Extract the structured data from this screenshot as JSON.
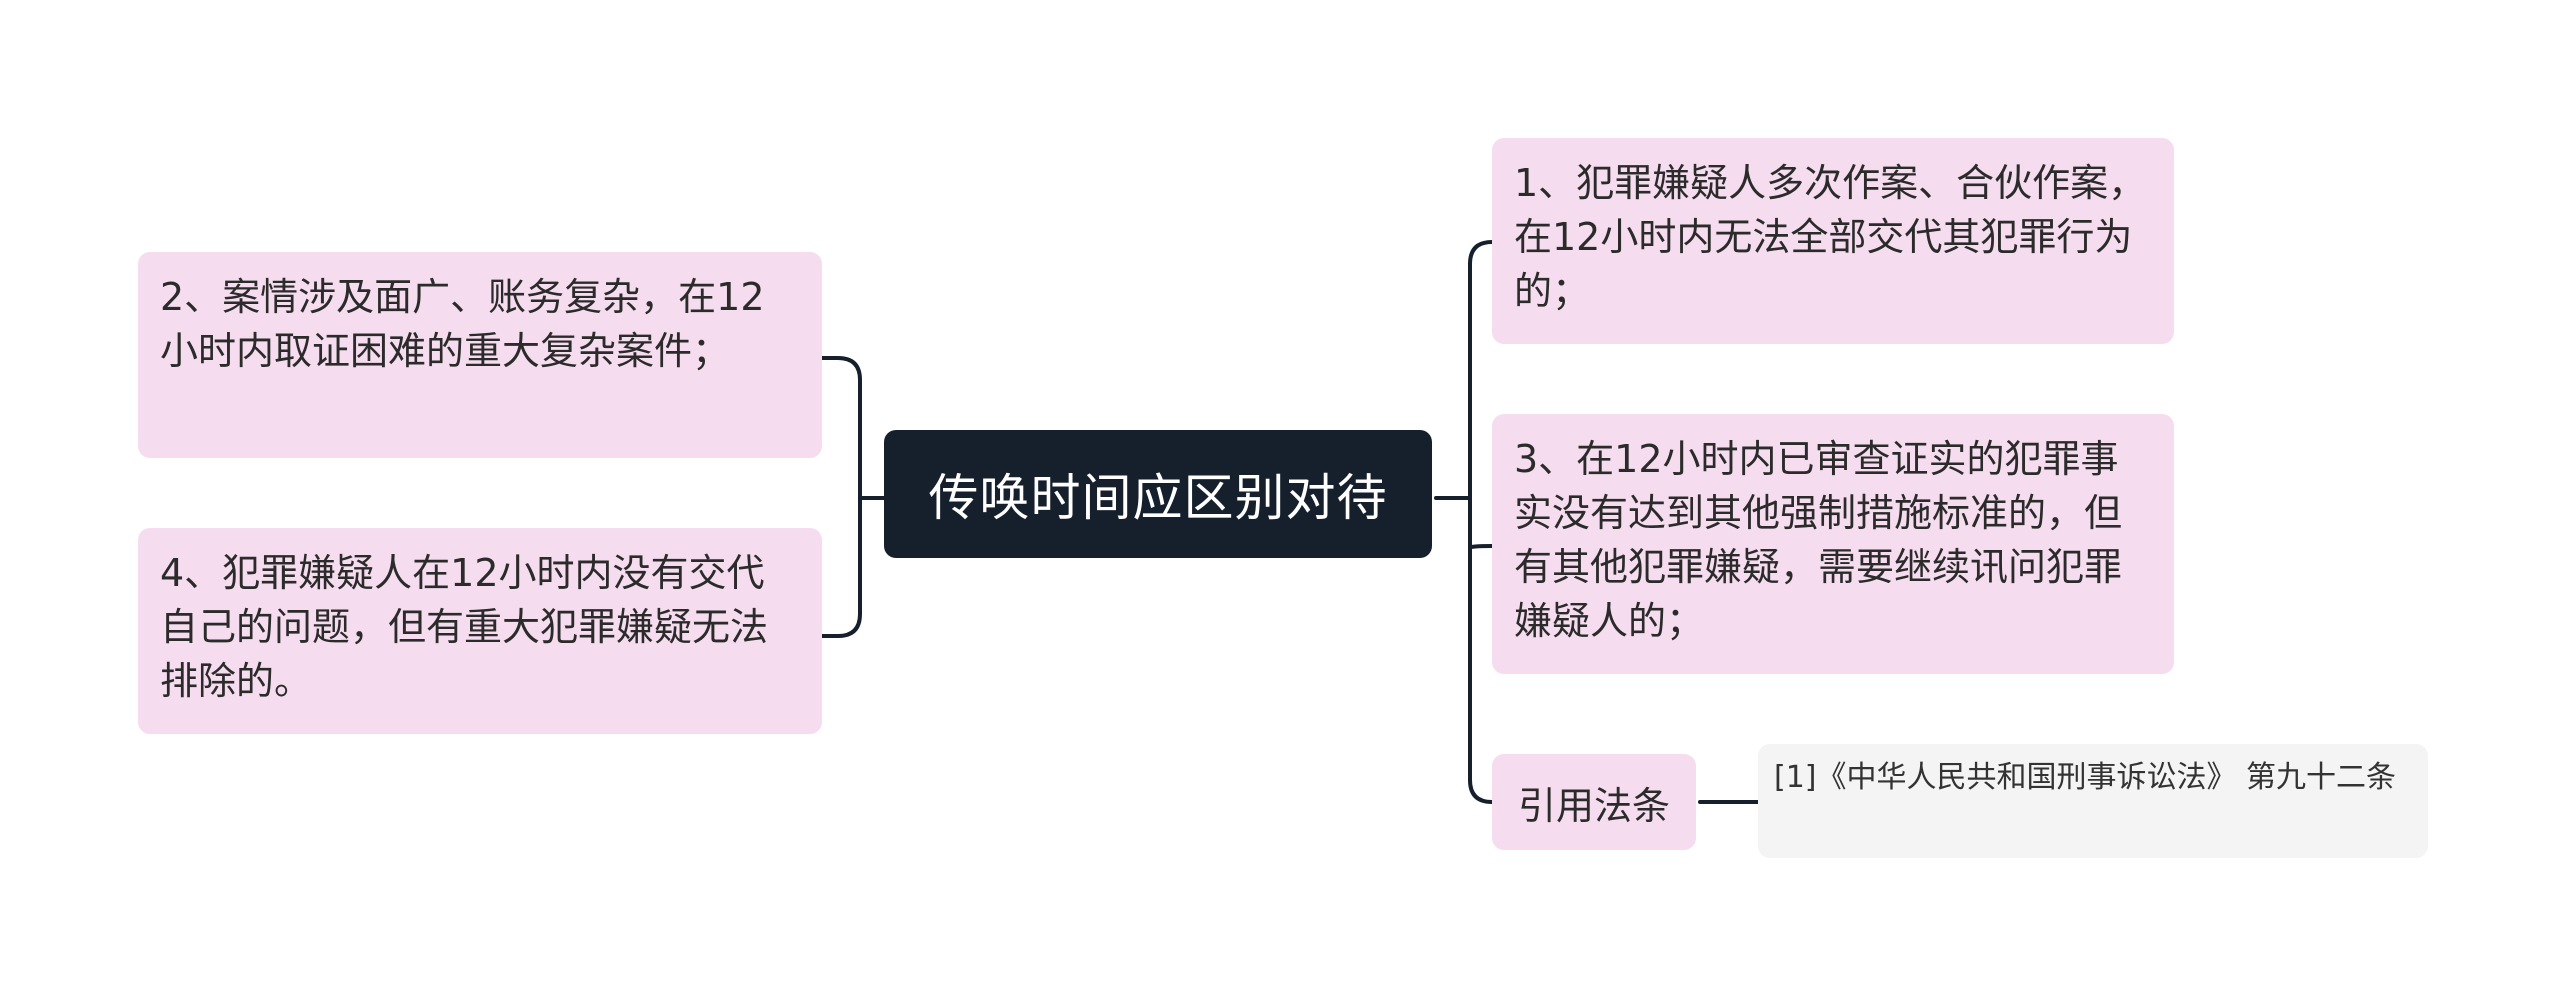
{
  "mindmap": {
    "central": "传唤时间应区别对待",
    "left": [
      {
        "text": "2、案情涉及面广、账务复杂，在12小时内取证困难的重大复杂案件；"
      },
      {
        "text": "4、犯罪嫌疑人在12小时内没有交代自己的问题，但有重大犯罪嫌疑无法排除的。"
      }
    ],
    "right": [
      {
        "text": "1、犯罪嫌疑人多次作案、合伙作案，在12小时内无法全部交代其犯罪行为的；"
      },
      {
        "text": "3、在12小时内已审查证实的犯罪事实没有达到其他强制措施标准的，但有其他犯罪嫌疑，需要继续讯问犯罪嫌疑人的；"
      },
      {
        "text": "引用法条"
      }
    ],
    "citation": "[1]《中华人民共和国刑事诉讼法》 第九十二条"
  },
  "colors": {
    "central_bg": "#16202c",
    "topic_bg": "#f5dcef",
    "citation_bg": "#f4f4f4",
    "line": "#16202c"
  }
}
